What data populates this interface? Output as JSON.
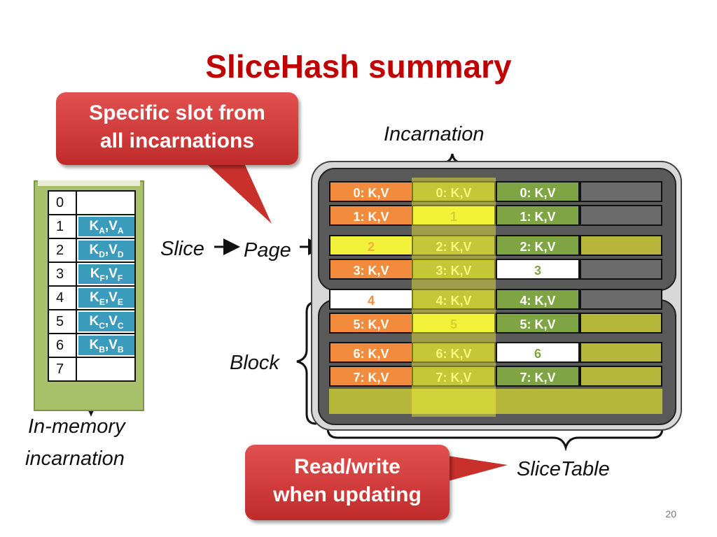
{
  "title": "SliceHash summary",
  "callout_top": {
    "line1": "Specific slot from",
    "line2": "all incarnations",
    "color": "#c9302c"
  },
  "callout_bottom": {
    "line1": "Read/write",
    "line2": "when updating",
    "color": "#c9302c"
  },
  "labels": {
    "incarnation": "Incarnation",
    "slice": "Slice",
    "page": "Page",
    "block": "Block",
    "slicetable": "SliceTable",
    "in_memory_1": "In-memory",
    "in_memory_2": "incarnation"
  },
  "memory": {
    "rows": [
      {
        "idx": "0",
        "k": "",
        "v": ""
      },
      {
        "idx": "1",
        "k": "A",
        "v": "A"
      },
      {
        "idx": "2",
        "k": "D",
        "v": "D"
      },
      {
        "idx": "3",
        "k": "F",
        "v": "F"
      },
      {
        "idx": "4",
        "k": "E",
        "v": "E"
      },
      {
        "idx": "5",
        "k": "C",
        "v": "C"
      },
      {
        "idx": "6",
        "k": "B",
        "v": "B"
      },
      {
        "idx": "7",
        "k": "",
        "v": ""
      }
    ],
    "key_letter": "K",
    "value_letter": "V"
  },
  "table": {
    "rows": [
      [
        "0: K,V",
        "0: K,V",
        "0: K,V"
      ],
      [
        "1: K,V",
        "1",
        "1: K,V"
      ],
      [
        "2",
        "2: K,V",
        "2: K,V"
      ],
      [
        "3: K,V",
        "3: K,V",
        "3"
      ],
      [
        "4",
        "4: K,V",
        "4: K,V"
      ],
      [
        "5: K,V",
        "5",
        "5: K,V"
      ],
      [
        "6: K,V",
        "6: K,V",
        "6"
      ],
      [
        "7: K,V",
        "7: K,V",
        "7: K,V"
      ]
    ]
  },
  "page_number": "20",
  "colors": {
    "title": "#c00000",
    "orange": "#f28c3c",
    "olive": "#a3a23a",
    "green": "#7fa444",
    "blue": "#3a9bbd",
    "yellow": "#f2f23a"
  }
}
